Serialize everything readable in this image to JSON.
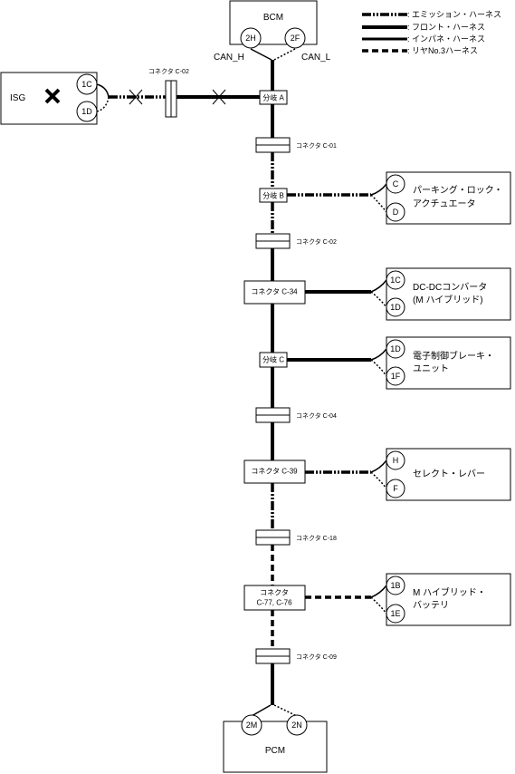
{
  "legend": [
    {
      "style": "emission",
      "label": ": エミッション・ハーネス"
    },
    {
      "style": "front",
      "label": ": フロント・ハーネス"
    },
    {
      "style": "inpane",
      "label": ": インパネ・ハーネス"
    },
    {
      "style": "rear",
      "label": ": リヤNo.3ハーネス"
    }
  ],
  "bcm": {
    "label": "BCM",
    "pin_h": "2H",
    "pin_l": "2F",
    "can_h": "CAN_H",
    "can_l": "CAN_L"
  },
  "pcm": {
    "label": "PCM",
    "pin_a": "2M",
    "pin_b": "2N"
  },
  "isg": {
    "label": "ISG",
    "pin_a": "1C",
    "pin_b": "1D"
  },
  "isg_connector": "コネクタ C-02",
  "taps": {
    "a": "分岐 A",
    "b": "分岐 B",
    "c": "分岐 C"
  },
  "inline_connectors": {
    "c01": "コネクタ C-01",
    "c02": "コネクタ C-02",
    "c04": "コネクタ C-04",
    "c18": "コネクタ C-18",
    "c09": "コネクタ C-09"
  },
  "box_connectors": {
    "c34": "コネクタ C-34",
    "c39": "コネクタ C-39",
    "c77_line1": "コネクタ",
    "c77_line2": "C-77, C-76"
  },
  "devices": [
    {
      "line1": "パーキング・ロック・",
      "line2": "アクチュエータ",
      "pin_a": "C",
      "pin_b": "D"
    },
    {
      "line1": "DC-DCコンバータ",
      "line2": "(M ハイブリッド)",
      "pin_a": "1C",
      "pin_b": "1D"
    },
    {
      "line1": "電子制御ブレーキ・",
      "line2": "ユニット",
      "pin_a": "1D",
      "pin_b": "1F"
    },
    {
      "line1": "セレクト・レバー",
      "line2": "",
      "pin_a": "H",
      "pin_b": "F"
    },
    {
      "line1": "M ハイブリッド・",
      "line2": "バッテリ",
      "pin_a": "1B",
      "pin_b": "1E"
    }
  ]
}
